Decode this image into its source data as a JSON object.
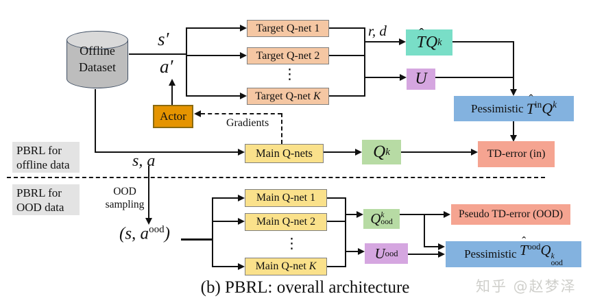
{
  "dataset": {
    "line1": "Offline",
    "line2": "Dataset"
  },
  "region_labels": {
    "offline_1": "PBRL for",
    "offline_2": "offline data",
    "ood_1": "PBRL for",
    "ood_2": "OOD data"
  },
  "flow_labels": {
    "s_prime": "s′",
    "a_prime": "a′",
    "r_d": "r, d",
    "gradients": "Gradients",
    "s_a": "s, a",
    "ood_1": "OOD",
    "ood_2": "sampling",
    "dots": "⋮"
  },
  "target_qnets": [
    {
      "label": "Target Q-net",
      "index": "1"
    },
    {
      "label": "Target Q-net",
      "index": "2"
    },
    {
      "label": "Target Q-net",
      "index": "K"
    }
  ],
  "ood_qnets": [
    {
      "label": "Main Q-net",
      "index": "1"
    },
    {
      "label": "Main Q-net",
      "index": "2"
    },
    {
      "label": "Main Q-net",
      "index": "K"
    }
  ],
  "actor_label": "Actor",
  "main_qnets_label": "Main Q-nets",
  "td_in_label": "TD-error (in)",
  "pseudo_td_label": "Pseudo TD-error (OOD)",
  "pessimistic_word": "Pessimistic",
  "math": {
    "hat": "ˆ",
    "T": "T",
    "Q": "Q",
    "U": "U",
    "k": "k",
    "in": "in",
    "ood": "ood",
    "s_a_ood_open": "(s, a",
    "s_a_ood_close": ")"
  },
  "caption": "(b) PBRL: overall architecture",
  "watermark": "知乎 @赵梦泽",
  "colors": {
    "peach": "#F5C7A3",
    "yellow": "#FAE18B",
    "orange": "#E59400",
    "teal": "#79DEC7",
    "purple": "#D5A6E0",
    "green": "#B7DBA4",
    "blue": "#83B2DF",
    "salmon": "#F5A491",
    "gray_label": "#E3E3E3",
    "cylinder_body": "#BDBDBD",
    "cylinder_top": "#D9D9D9",
    "line": "#111111"
  }
}
